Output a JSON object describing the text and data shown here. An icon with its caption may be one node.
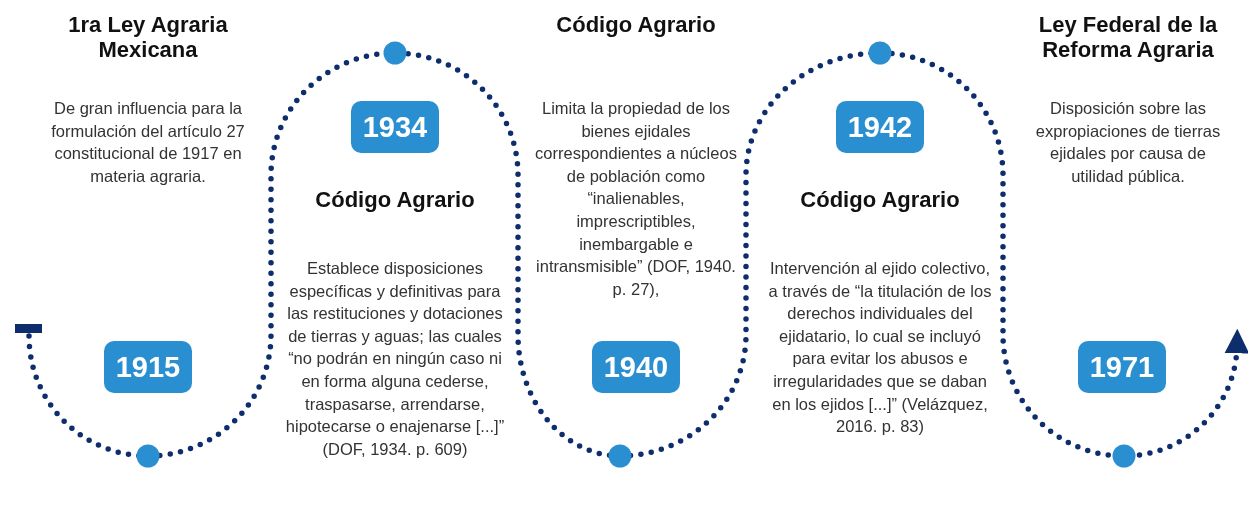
{
  "diagram": {
    "nodes": [
      {
        "text": [
          "1915"
        ],
        "beside": [
          "1ra Ley Agraria Mexicana",
          "De gran influencia para la formulación del artículo 27 constitucional de 1917 en materia agraria."
        ]
      },
      {
        "text": [
          "1934"
        ],
        "beside": [
          "Código Agrario",
          "Establece disposiciones específicas y definitivas para las restituciones y dotaciones de tierras y aguas; las cuales “no podrán en ningún caso ni en forma alguna cederse, traspasarse, arrendarse, hipotecarse o enajenarse [...]” (DOF, 1934. p. 609)"
        ]
      },
      {
        "text": [
          "1940"
        ],
        "beside": [
          "Código Agrario",
          "Limita la propiedad de los bienes ejidales correspondientes a núcleos de población como “inalienables, imprescriptibles, inembargable e intransmisible” (DOF, 1940. p. 27),"
        ]
      },
      {
        "text": [
          "1942"
        ],
        "beside": [
          "Código Agrario",
          "Intervención al ejido colectivo, a través de “la titulación de los derechos individuales del ejidatario, lo cual se incluyó para evitar los abusos e irregularidades que se daban en los ejidos [...]” (Velázquez, 2016. p. 83)"
        ]
      },
      {
        "text": [
          "1971"
        ],
        "beside": [
          "Ley Federal de la Reforma Agraria",
          "Disposición sobre las expropiaciones de tierras ejidales por causa de utilidad pública."
        ]
      }
    ]
  }
}
